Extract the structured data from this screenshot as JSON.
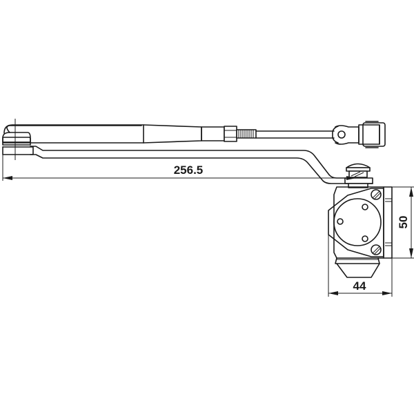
{
  "drawing": {
    "type": "technical-line-drawing",
    "subject": "door closer with arm",
    "colors": {
      "line": "#1a1a1a",
      "background": "#ffffff"
    }
  },
  "dimensions": {
    "arm_length": {
      "value": "256.5",
      "orientation": "horizontal"
    },
    "body_width": {
      "value": "44",
      "orientation": "horizontal"
    },
    "body_height": {
      "value": "50",
      "orientation": "vertical"
    }
  }
}
